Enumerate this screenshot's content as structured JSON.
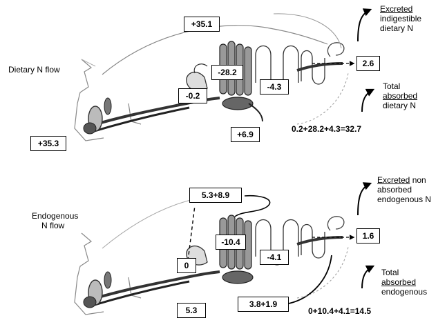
{
  "dietary": {
    "flow_label": "Dietary  N  flow",
    "boxes": {
      "intake": "+35.3",
      "stomach": "-0.2",
      "small_upper": "-28.2",
      "small_lower": "-4.3",
      "caecum": "+6.9",
      "recycled": "+35.1",
      "excreted": "2.6"
    },
    "excreted_label": {
      "line1": "Excreted",
      "line2": "indigestible",
      "line3": "dietary  N"
    },
    "absorbed_label": {
      "line1": "Total",
      "line2": "absorbed",
      "line3": "dietary  N"
    },
    "equation": "0.2+28.2+4.3=32.7"
  },
  "endogenous": {
    "flow_label_line1": "Endogenous",
    "flow_label_line2": "N  flow",
    "boxes": {
      "stomach": "0",
      "secretion": "5.3",
      "upper": "5.3+8.9",
      "small_upper": "-10.4",
      "small_lower": "-4.1",
      "colon": "3.8+1.9",
      "excreted": "1.6"
    },
    "excreted_label": {
      "line1": "Excreted",
      "line1_suffix": " non",
      "line2": "absorbed",
      "line3": "endogenous N"
    },
    "absorbed_label": {
      "line1": "Total",
      "line2": "absorbed",
      "line3": "endogenous"
    },
    "equation": "0+10.4+4.1=14.5"
  }
}
